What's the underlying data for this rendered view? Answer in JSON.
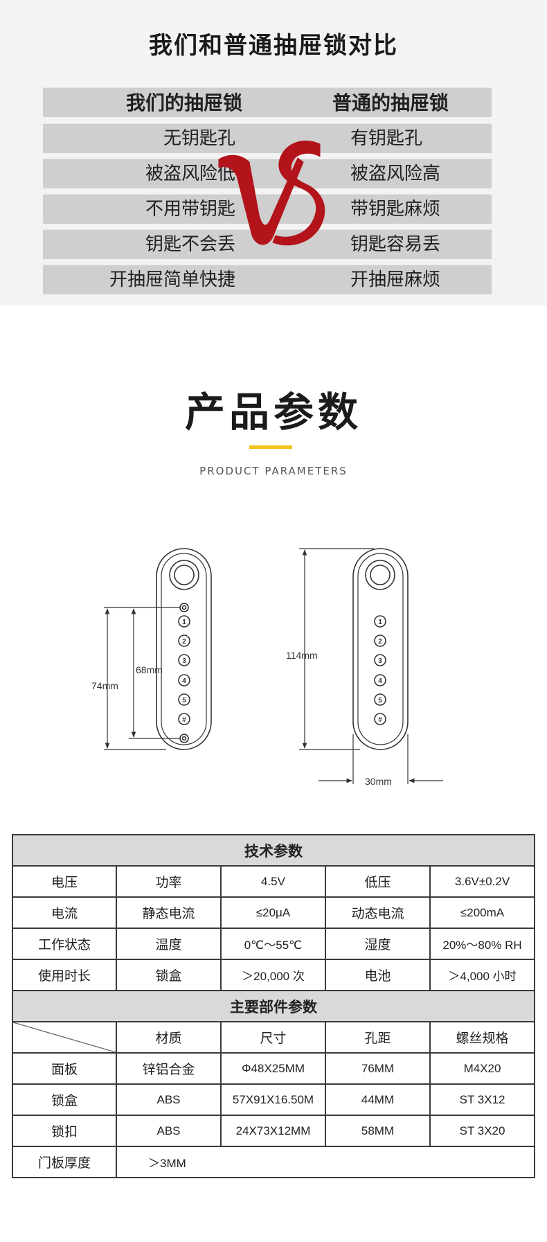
{
  "compare": {
    "title": "我们和普通抽屉锁对比",
    "header": {
      "left": "我们的抽屉锁",
      "right": "普通的抽屉锁"
    },
    "rows": [
      {
        "left": "无钥匙孔",
        "right": "有钥匙孔"
      },
      {
        "left": "被盗风险低",
        "right": "被盗风险高"
      },
      {
        "left": "不用带钥匙",
        "right": "带钥匙麻烦"
      },
      {
        "left": "钥匙不会丢",
        "right": "钥匙容易丢"
      },
      {
        "left": "开抽屉简单快捷",
        "right": "开抽屉麻烦"
      }
    ],
    "vs_color": "#b3141b"
  },
  "params": {
    "title": "产品参数",
    "subtitle": "PRODUCT PARAMETERS",
    "accent": "#f2c31b"
  },
  "drawing": {
    "dim_68": "68mm",
    "dim_74": "74mm",
    "dim_114": "114mm",
    "dim_30": "30mm",
    "keys": [
      "1",
      "2",
      "3",
      "4",
      "5",
      "#"
    ]
  },
  "spec": {
    "tech_title": "技术参数",
    "tech_rows": [
      [
        "电压",
        "功率",
        "4.5V",
        "低压",
        "3.6V±0.2V"
      ],
      [
        "电流",
        "静态电流",
        "≤20μA",
        "动态电流",
        "≤200mA"
      ],
      [
        "工作状态",
        "温度",
        "0℃～55℃",
        "湿度",
        "20%～80% RH"
      ],
      [
        "使用时长",
        "锁盒",
        "＞20,000 次",
        "电池",
        "＞4,000 小时"
      ]
    ],
    "parts_title": "主要部件参数",
    "parts_header": [
      "材质",
      "尺寸",
      "孔距",
      "螺丝规格"
    ],
    "parts_rows": [
      [
        "面板",
        "锌铝合金",
        "Φ48X25MM",
        "76MM",
        "M4X20"
      ],
      [
        "锁盒",
        "ABS",
        "57X91X16.50M",
        "44MM",
        "ST 3X12"
      ],
      [
        "锁扣",
        "ABS",
        "24X73X12MM",
        "58MM",
        "ST 3X20"
      ]
    ],
    "door_row": [
      "门板厚度",
      "＞3MM"
    ]
  }
}
